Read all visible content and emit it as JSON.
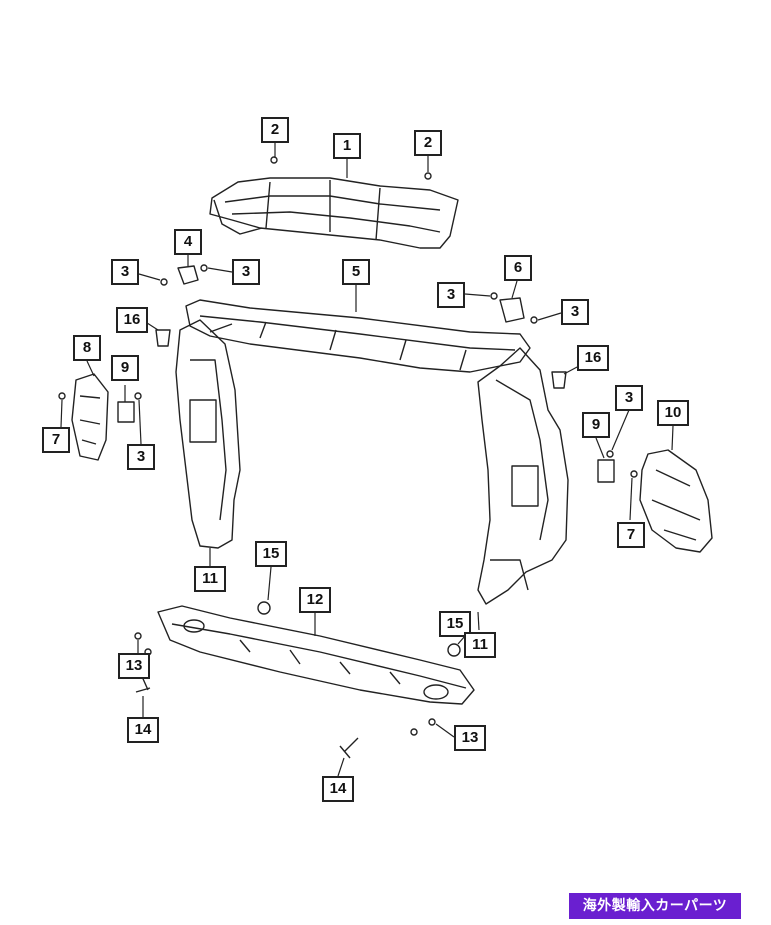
{
  "callouts": [
    "2",
    "1",
    "2",
    "4",
    "3",
    "3",
    "5",
    "6",
    "3",
    "3",
    "16",
    "8",
    "9",
    "7",
    "3",
    "16",
    "3",
    "9",
    "10",
    "7",
    "11",
    "15",
    "12",
    "15",
    "11",
    "13",
    "14",
    "13",
    "14"
  ],
  "watermark": "海外製輸入カーパーツ",
  "colors": {
    "line": "#222222",
    "watermark_bg": "#6a1fd0",
    "watermark_text": "#ffffff"
  }
}
